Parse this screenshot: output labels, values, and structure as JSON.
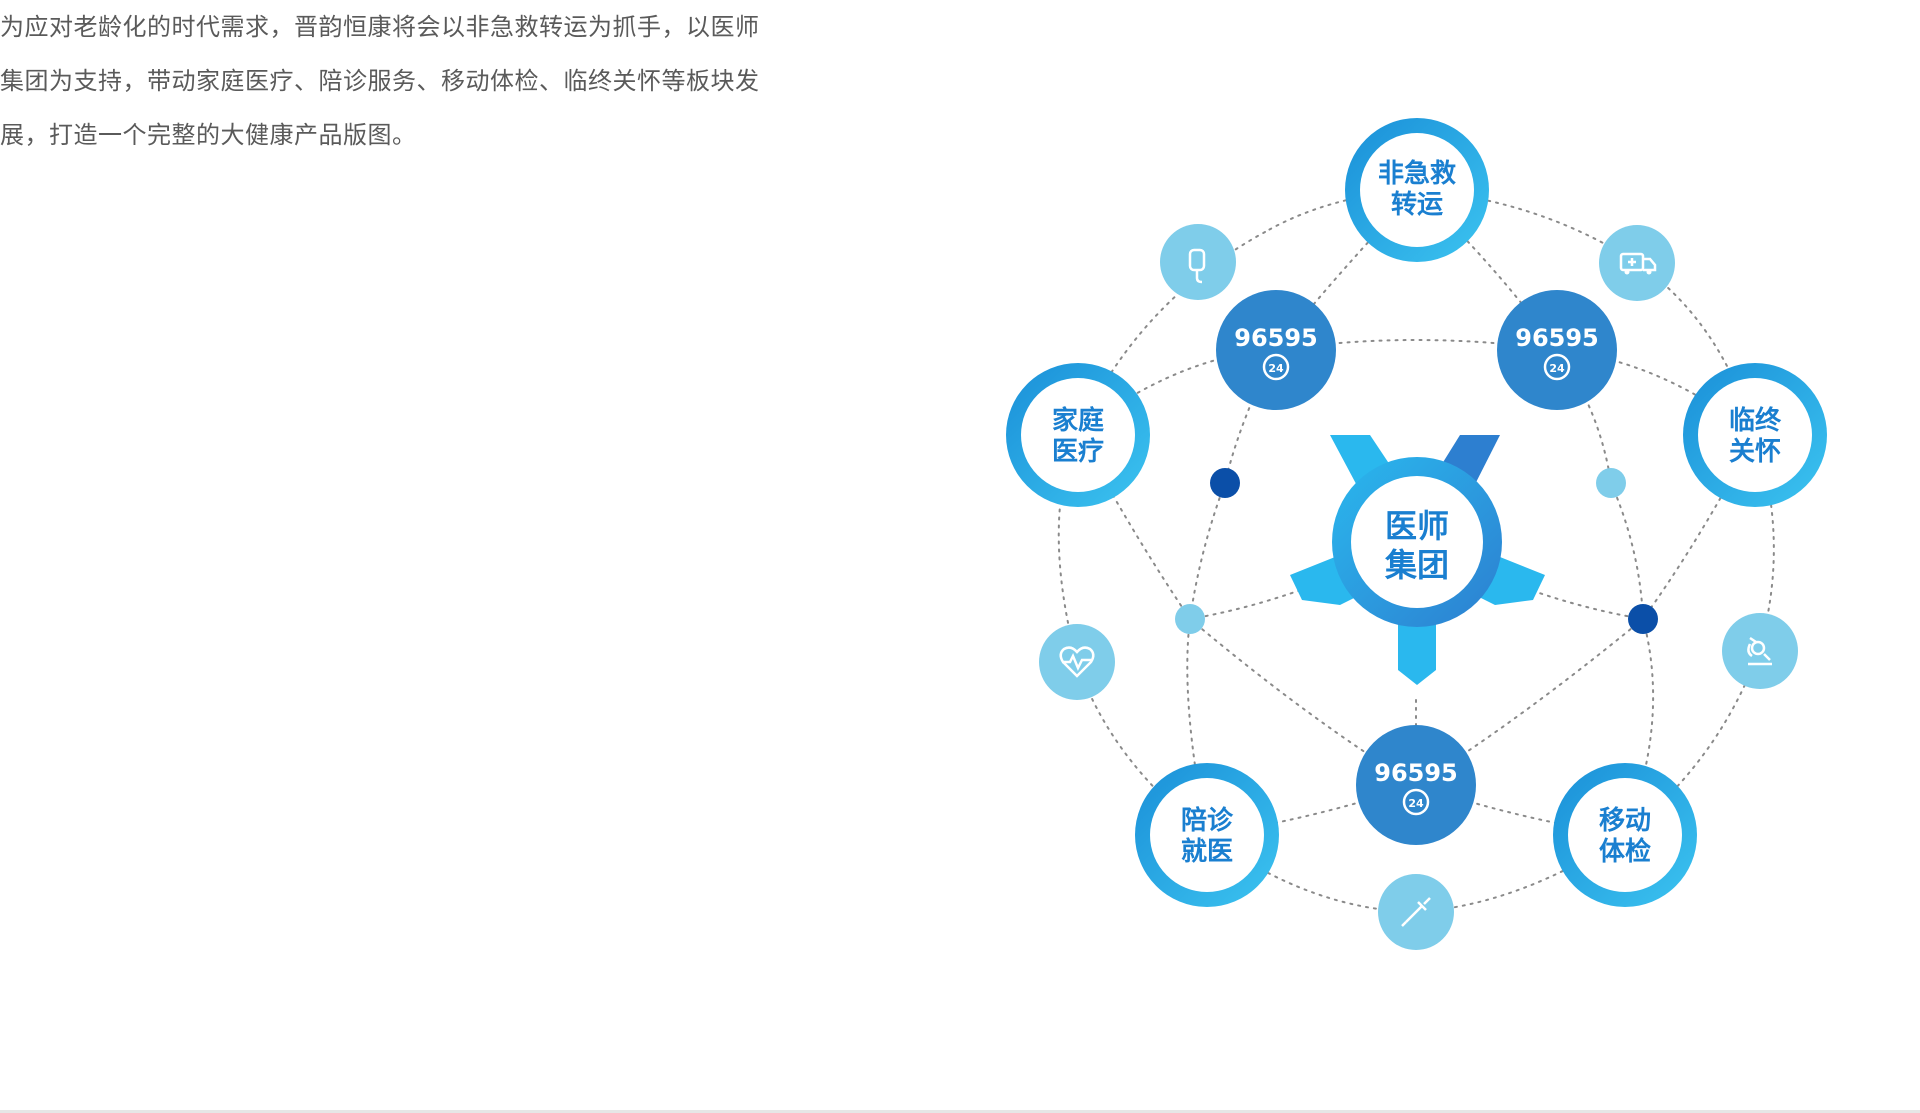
{
  "intro": {
    "lines": [
      "为应对老龄化的时代需求，晋韵恒康将会以非急救转运为抓手，以医师",
      "集团为支持，带动家庭医疗、陪诊服务、移动体检、临终关怀等板块发",
      "展，打造一个完整的大健康产品版图。"
    ]
  },
  "diagram": {
    "center": {
      "line1": "医师",
      "line2": "集团"
    },
    "modules": [
      {
        "id": "transport",
        "line1": "非急救",
        "line2": "转运"
      },
      {
        "id": "family",
        "line1": "家庭",
        "line2": "医疗"
      },
      {
        "id": "hospice",
        "line1": "临终",
        "line2": "关怀"
      },
      {
        "id": "escort",
        "line1": "陪诊",
        "line2": "就医"
      },
      {
        "id": "checkup",
        "line1": "移动",
        "line2": "体检"
      }
    ],
    "hotlines": [
      {
        "number": "96595",
        "badge": "24"
      },
      {
        "number": "96595",
        "badge": "24"
      },
      {
        "number": "96595",
        "badge": "24"
      }
    ],
    "icons": [
      {
        "name": "iv-bag-icon"
      },
      {
        "name": "ambulance-icon"
      },
      {
        "name": "heartbeat-icon"
      },
      {
        "name": "microscope-icon"
      },
      {
        "name": "syringe-icon"
      }
    ],
    "colors": {
      "ring_outer": "#1a8fd8",
      "ring_inner": "#3cc4f0",
      "label_text": "#1a7fd0",
      "hotline_fill": "#2f86cc",
      "icon_fill": "#7fcdea",
      "dot_dark": "#0b4fa8",
      "dot_light": "#7fcdea",
      "gear": "#2ab0ea",
      "dotted_line": "#8a8a8a"
    }
  }
}
